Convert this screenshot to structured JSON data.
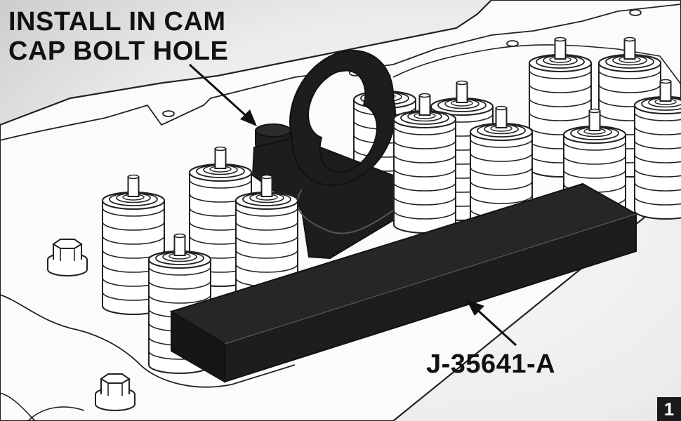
{
  "callouts": {
    "install_line1": "INSTALL IN CAM",
    "install_line2": "CAP BOLT HOLE",
    "tool_number": "J-35641-A"
  },
  "figure_number": "1",
  "colors": {
    "background_light": "#f7f7f7",
    "background_dark": "#cfcfcf",
    "line": "#222222",
    "tool": "#1d1d1d"
  }
}
